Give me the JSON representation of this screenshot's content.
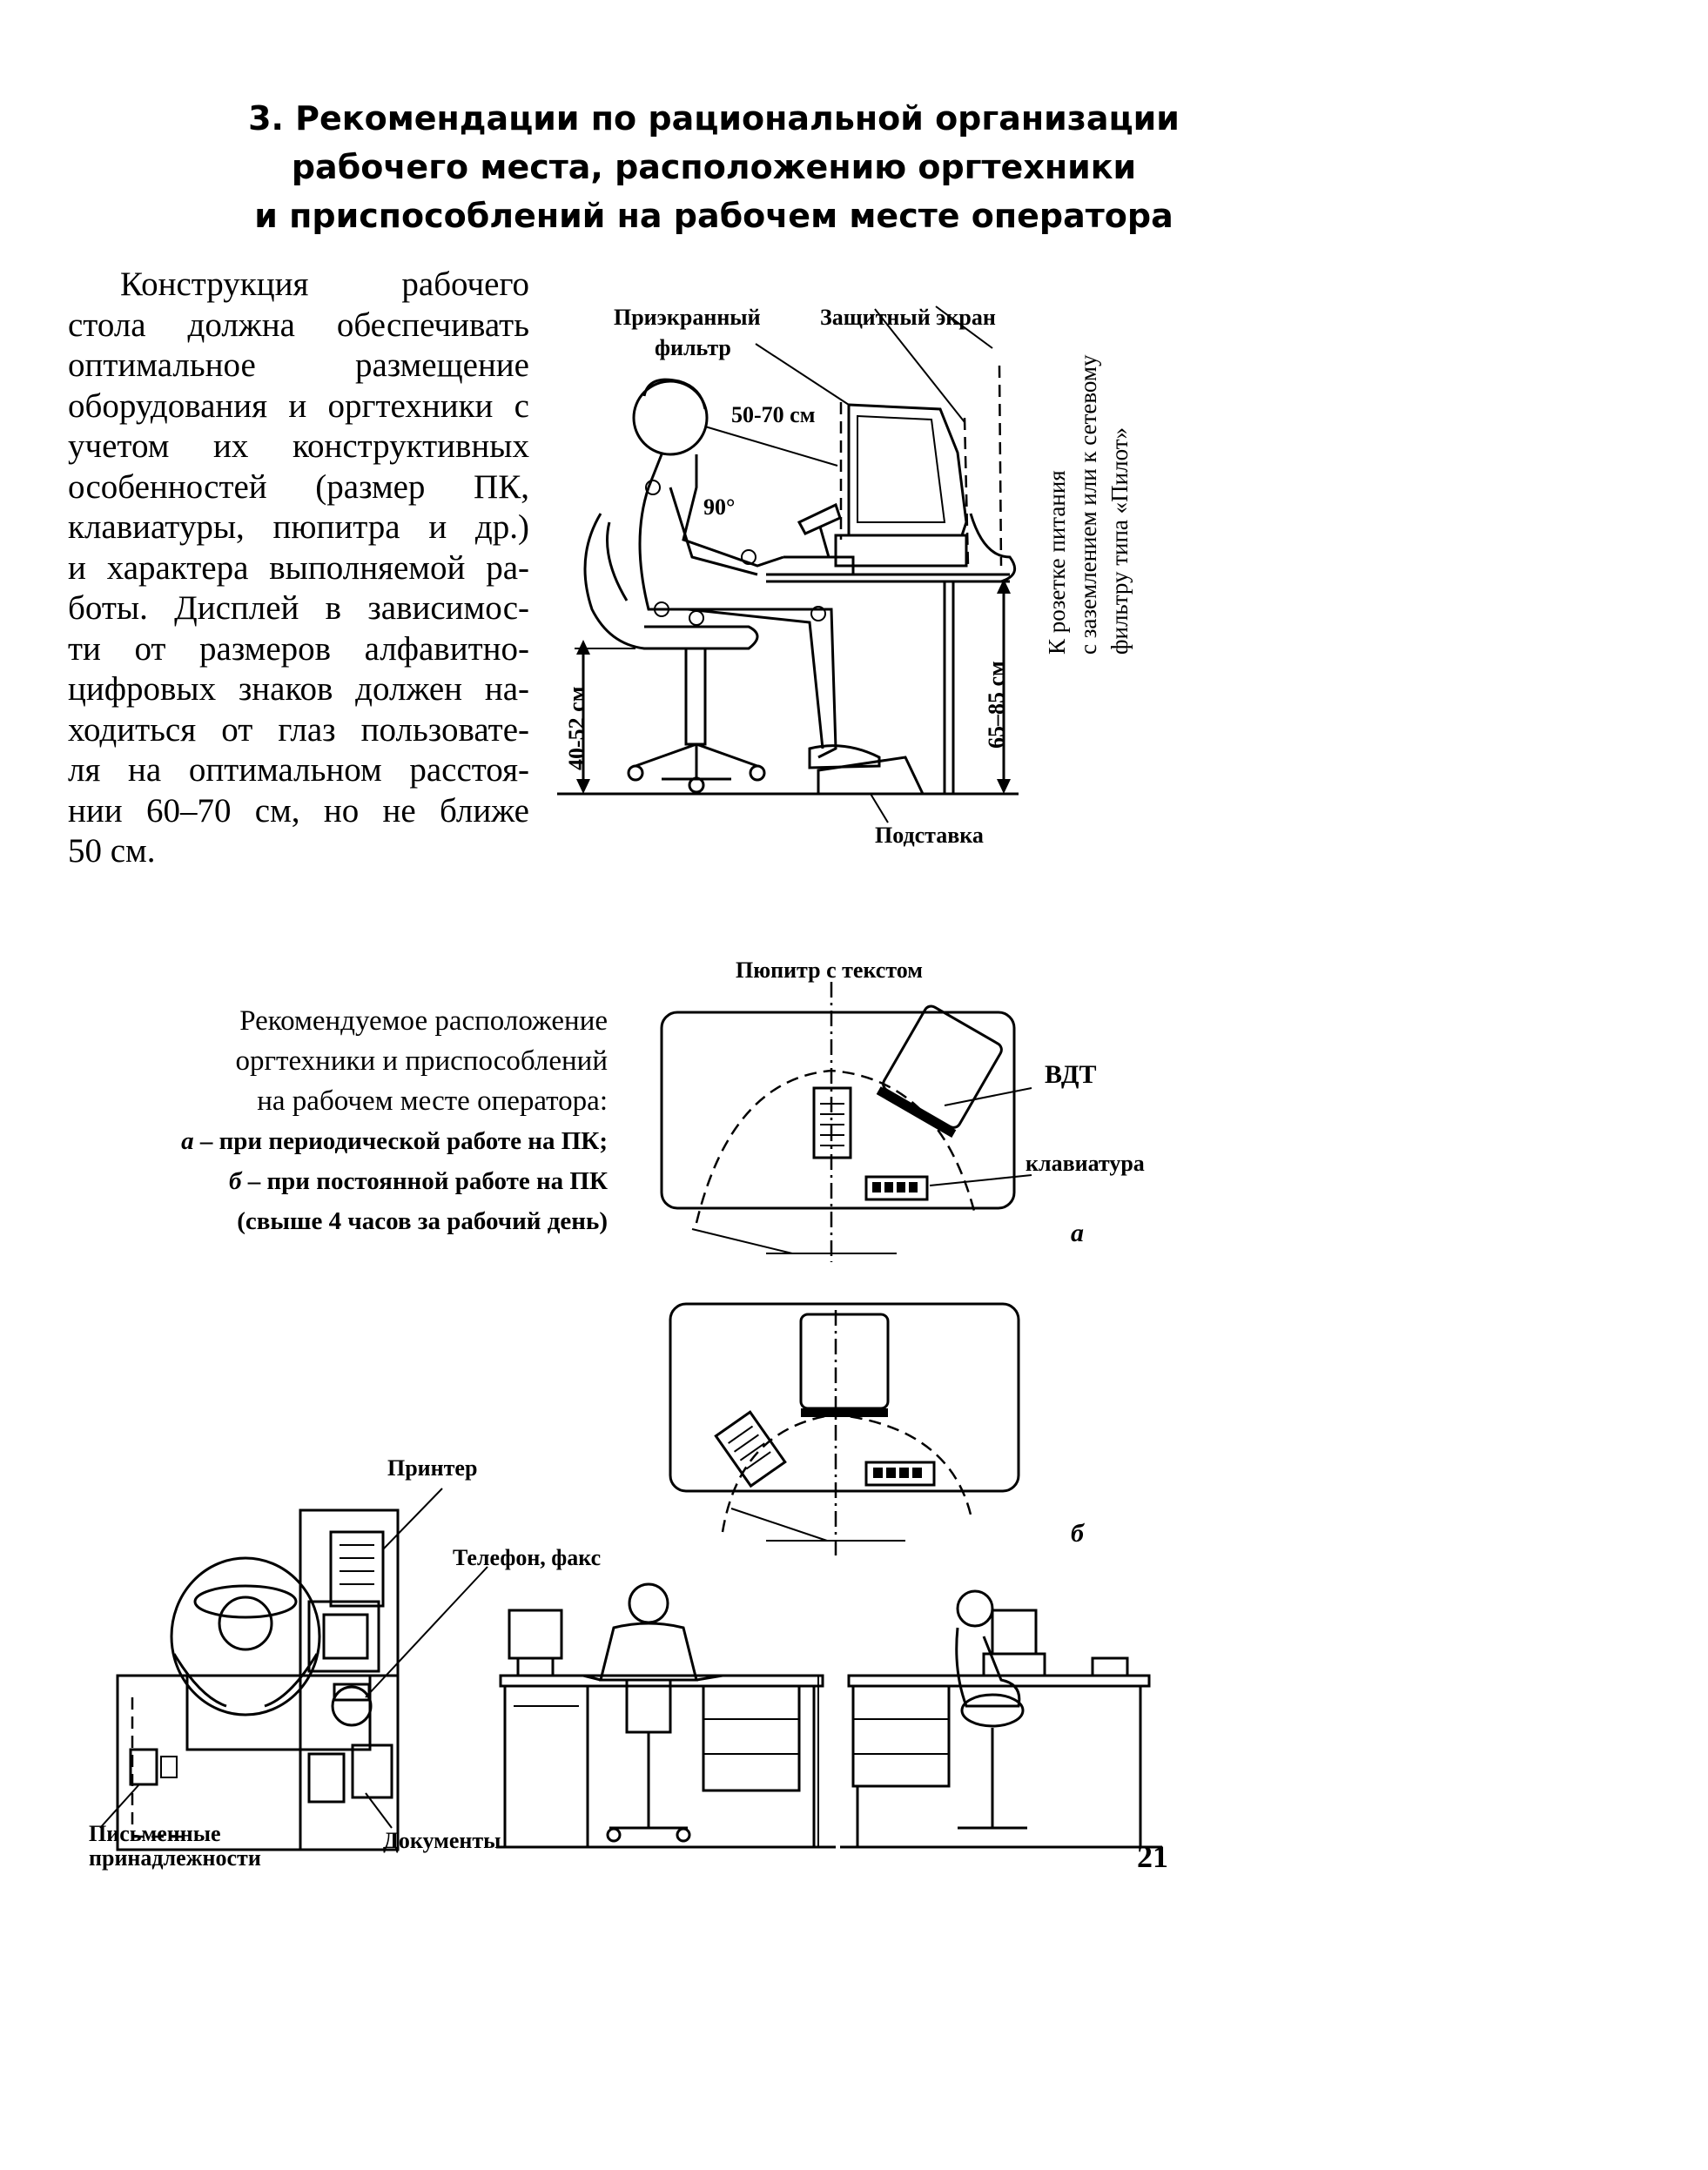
{
  "title": {
    "line1": "3. Рекомендации по рациональной организации",
    "line2": "рабочего места, расположению оргтехники",
    "line3": "и приспособлений на рабочем месте оператора"
  },
  "intro": {
    "lines": [
      "Конструкция рабочего",
      "стола должна обеспечивать",
      "оптимальное размещение",
      "оборудования и оргтехники с",
      "учетом их конструктивных",
      "особенностей (размер ПК,",
      "клавиатуры, пюпитра и др.)",
      "и характера выполняемой ра-",
      "боты. Дисплей в зависимос-",
      "ти от размеров алфавитно-",
      "цифровых знаков должен на-",
      "ходиться от глаз пользовате-",
      "ля на оптимальном расстоя-",
      "нии 60–70 см, но не ближе",
      "50 см."
    ]
  },
  "figure1": {
    "label_filter": "Приэкранный",
    "label_filter2": "фильтр",
    "label_screen": "Защитный экран",
    "label_distance": "50-70 см",
    "label_angle": "90°",
    "label_seat_height": "40-52 см",
    "label_desk_height": "65–85 см",
    "label_stand": "Подставка",
    "note_line1": "К розетке питания",
    "note_line2": "с заземлением или к сетевому",
    "note_line3": "фильтру типа «Пилот»"
  },
  "caption": {
    "line1": "Рекомендуемое расположение",
    "line2": "оргтехники и приспособлений",
    "line3": "на рабочем месте оператора:",
    "item_a_letter": "а",
    "item_a": " – при периодической работе на ПК;",
    "item_b_letter": "б",
    "item_b": " – при постоянной работе на ПК",
    "item_b2": "(свыше 4 часов за рабочий день)"
  },
  "figure2": {
    "label_stand": "Пюпитр с текстом",
    "label_vdt": "ВДТ",
    "label_keyboard": "клавиатура",
    "label_a": "а",
    "label_b": "б"
  },
  "figure3": {
    "label_printer": "Принтер",
    "label_phone": "Телефон, факс",
    "label_stationery1": "Письменные",
    "label_stationery2": "принадлежности",
    "label_documents": "Документы"
  },
  "page_number": "21"
}
